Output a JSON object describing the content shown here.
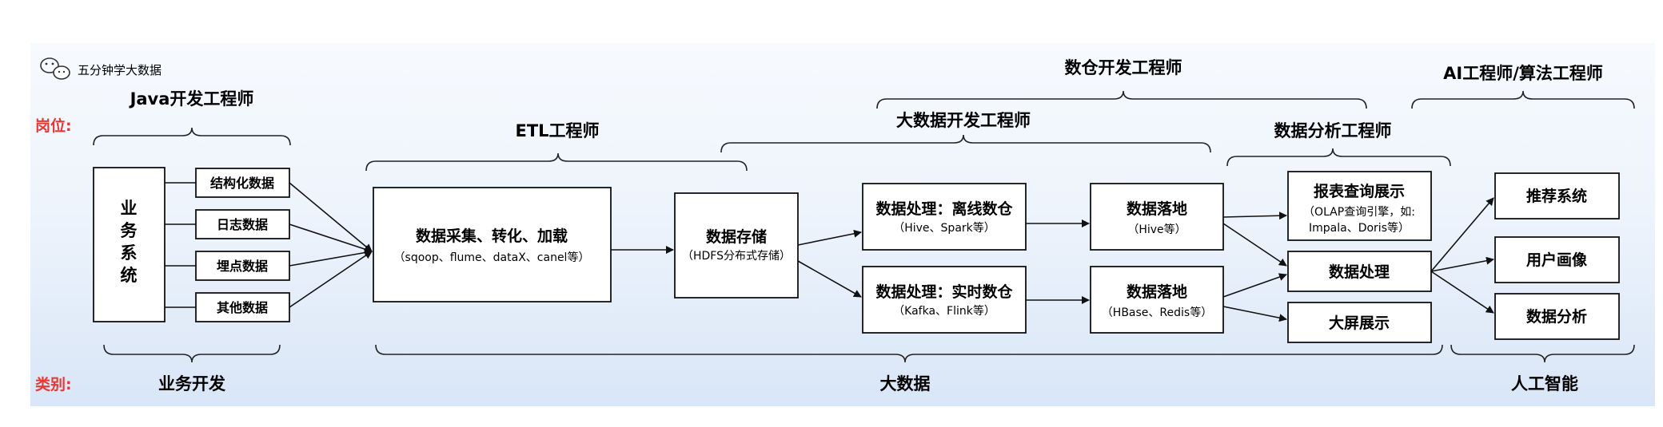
{
  "watermark": {
    "icon": "wechat-icon",
    "text": "五分钟学大数据"
  },
  "row_labels": {
    "positions": "岗位:",
    "categories": "类别:"
  },
  "roles": {
    "java": "Java开发工程师",
    "etl": "ETL工程师",
    "dw": "数仓开发工程师",
    "bigdata": "大数据开发工程师",
    "analyst": "数据分析工程师",
    "ai": "AI工程师/算法工程师"
  },
  "categories": {
    "business": "业务开发",
    "bigdata": "大数据",
    "ai": "人工智能"
  },
  "nodes": {
    "business_system": [
      "业",
      "务",
      "系",
      "统"
    ],
    "structured": "结构化数据",
    "logs": "日志数据",
    "tracking": "埋点数据",
    "other": "其他数据",
    "ingest": {
      "title": "数据采集、转化、加载",
      "sub": "（sqoop、flume、dataX、canel等）"
    },
    "storage": {
      "title": "数据存储",
      "sub": "（HDFS分布式存储）"
    },
    "offline": {
      "title": "数据处理：离线数仓",
      "sub": "（Hive、Spark等）"
    },
    "realtime": {
      "title": "数据处理：实时数仓",
      "sub": "（Kafka、Flink等）"
    },
    "land_hive": {
      "title": "数据落地",
      "sub": "（Hive等）"
    },
    "land_hbase": {
      "title": "数据落地",
      "sub": "（HBase、Redis等）"
    },
    "report": {
      "title": "报表查询展示",
      "sub1": "（OLAP查询引擎，如:",
      "sub2": "Impala、Doris等）"
    },
    "processing": "数据处理",
    "bigscreen": "大屏展示",
    "recommend": "推荐系统",
    "profile": "用户画像",
    "analysis": "数据分析"
  }
}
